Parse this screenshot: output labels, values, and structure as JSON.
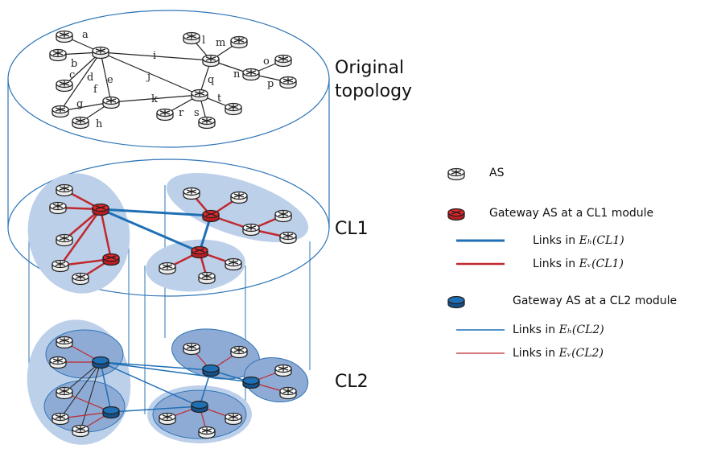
{
  "layers": {
    "original_line1": "Original",
    "original_line2": "topology",
    "cl1": "CL1",
    "cl2": "CL2"
  },
  "node_letters": [
    "a",
    "b",
    "c",
    "d",
    "e",
    "f",
    "g",
    "h",
    "i",
    "j",
    "k",
    "l",
    "m",
    "n",
    "o",
    "p",
    "q",
    "r",
    "s",
    "t"
  ],
  "legend": {
    "as": "AS",
    "gateway_cl1": "Gateway AS at a CL1 module",
    "links_h_cl1_prefix": "Links in ",
    "links_h_cl1_math": "Eₕ(CL1)",
    "links_v_cl1_prefix": "Links in ",
    "links_v_cl1_math": "Eᵥ(CL1)",
    "gateway_cl2": "Gateway AS at a CL2 module",
    "links_h_cl2_prefix": "Links in ",
    "links_h_cl2_math": "Eₕ(CL2)",
    "links_v_cl2_prefix": "Links in ",
    "links_v_cl2_math": "Eᵥ(CL2)"
  },
  "colors": {
    "router_white": "#ffffff",
    "router_red": "#e8252a",
    "router_blue": "#1f6fb5",
    "link_blue": "#1f6fb5",
    "link_red": "#c0282d",
    "cluster_cl1": "#bcd0ea",
    "cluster_cl2_outer": "#bcd0ea",
    "cluster_cl2_inner": "#8eabd5",
    "cylinder_line": "#2e75b6"
  }
}
